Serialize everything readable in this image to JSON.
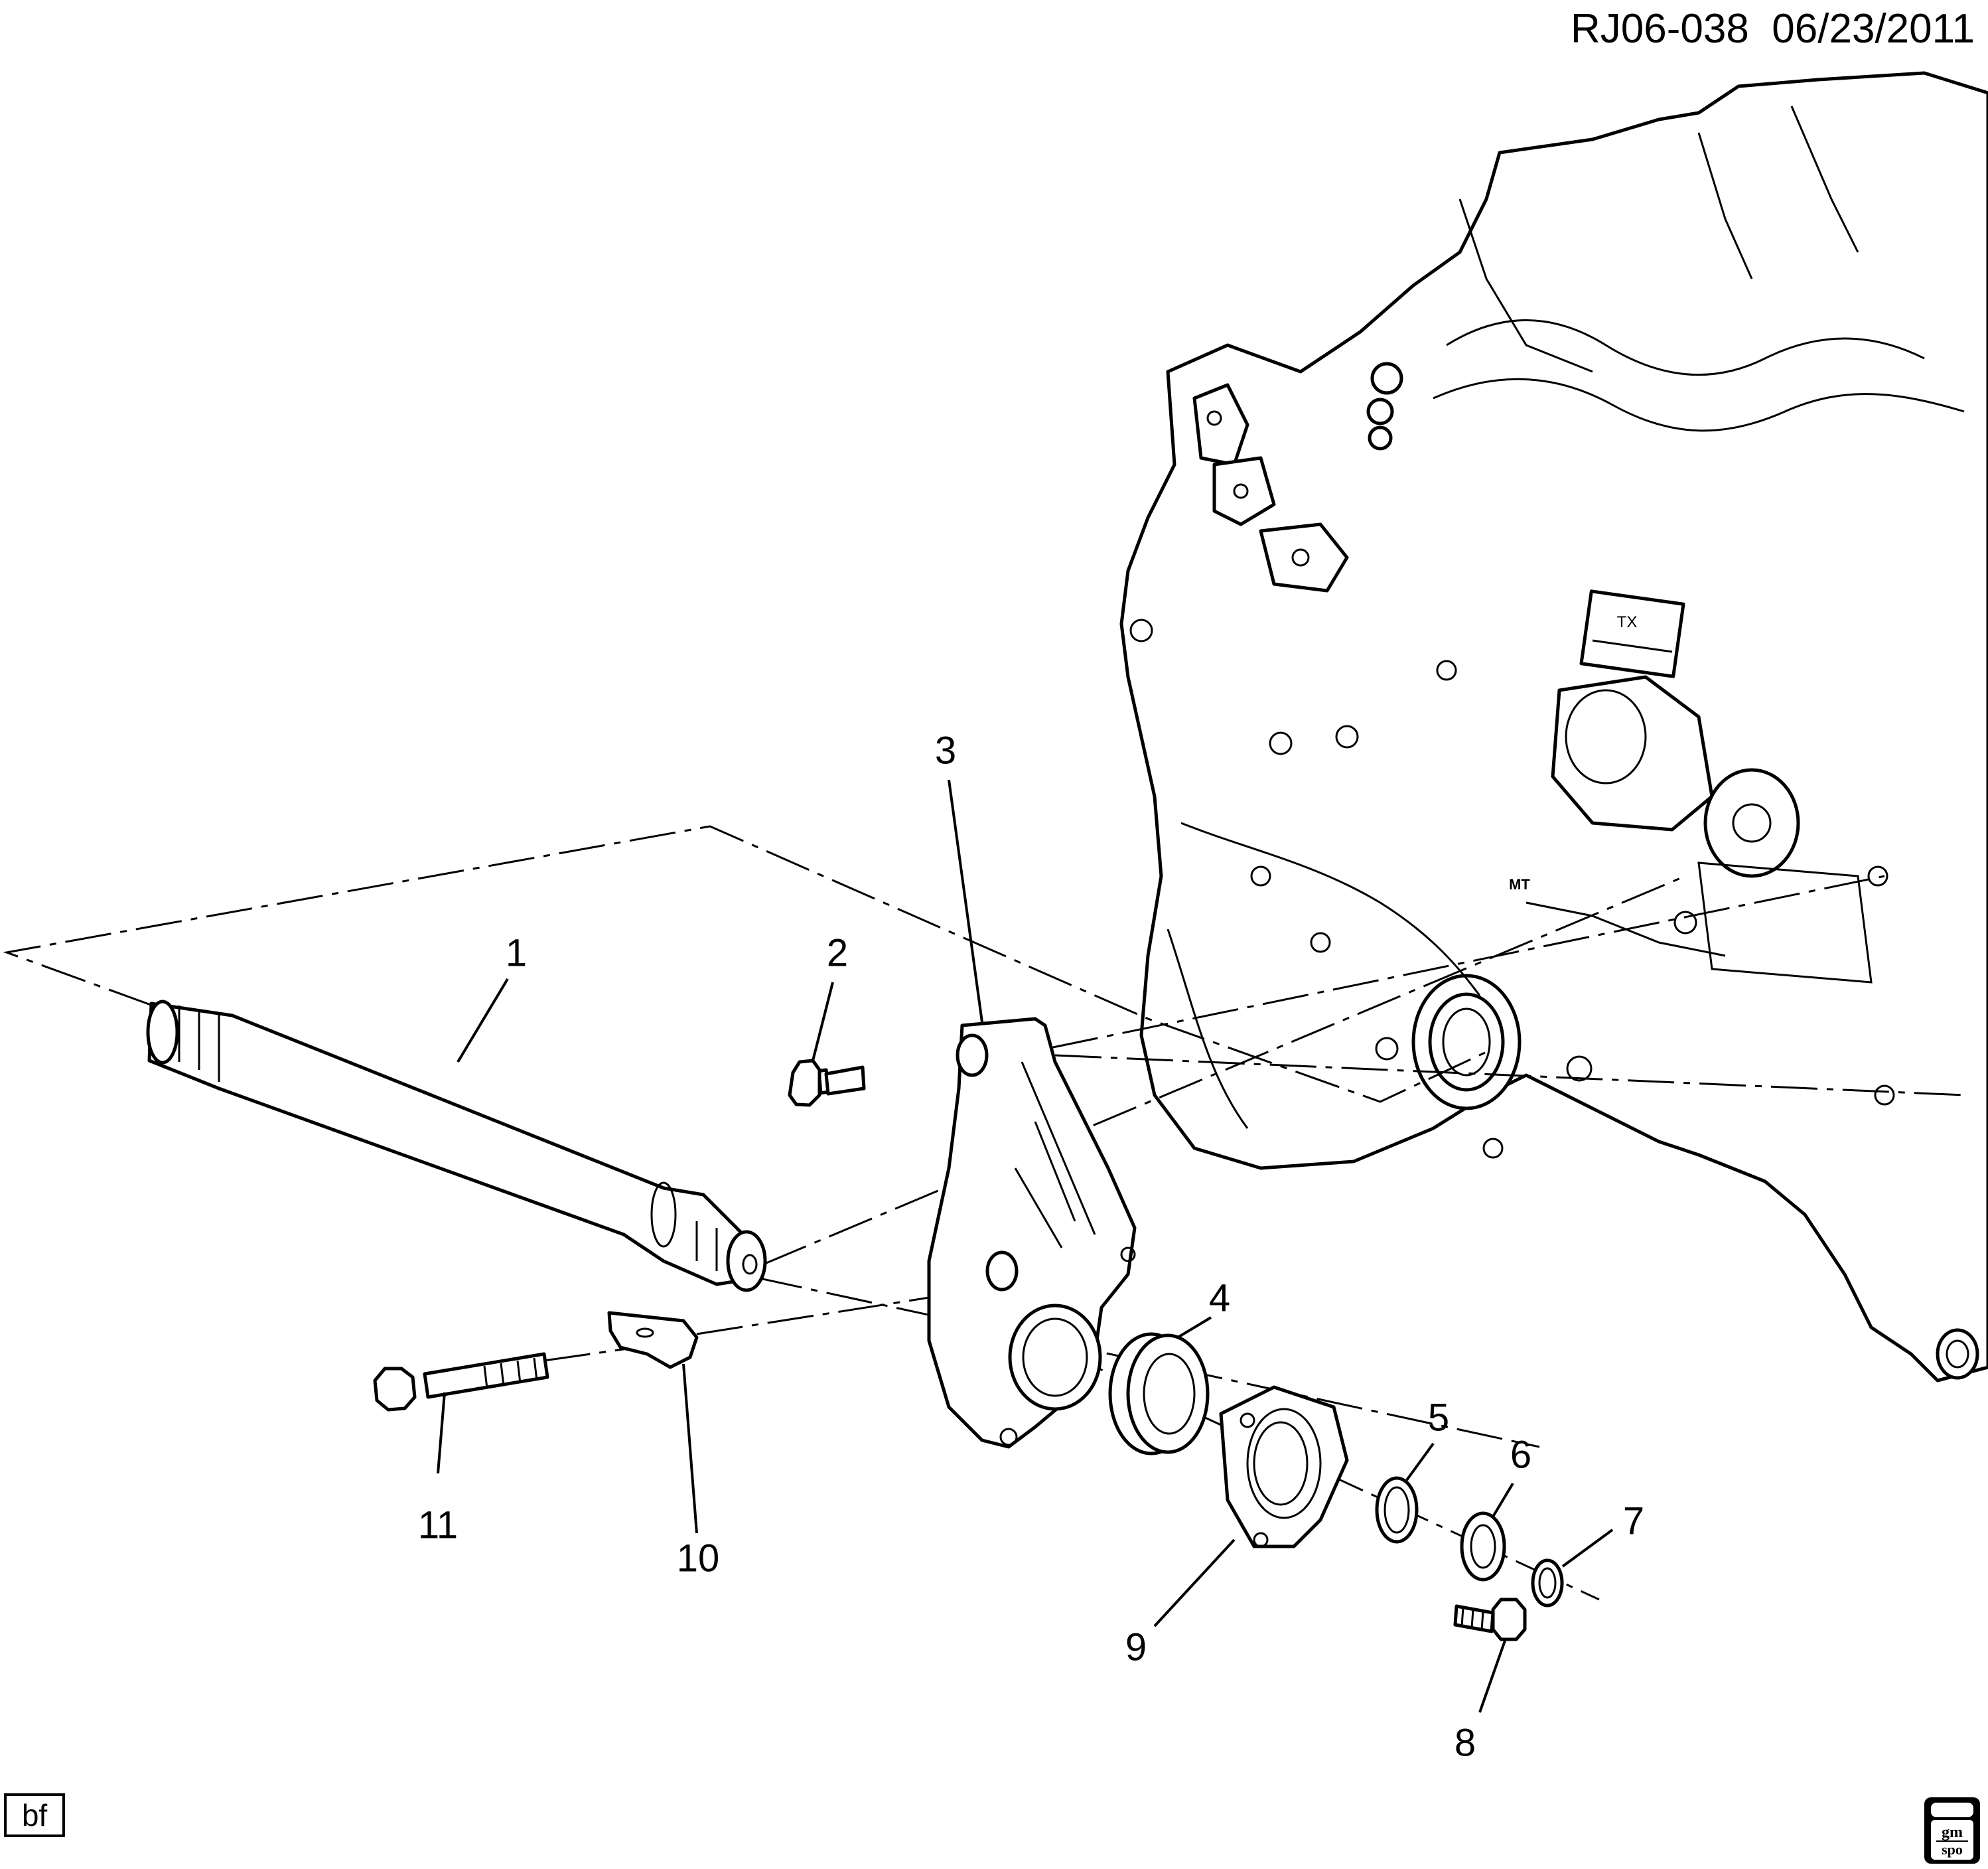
{
  "header": {
    "drawing_id": "RJ06-038",
    "date": "06/23/2011"
  },
  "artist_code": "bf",
  "logo": {
    "name": "gm-spo-logo",
    "text": "gm spo"
  },
  "callouts": [
    {
      "id": "c1",
      "label": "1"
    },
    {
      "id": "c2",
      "label": "2"
    },
    {
      "id": "c3",
      "label": "3"
    },
    {
      "id": "c4",
      "label": "4"
    },
    {
      "id": "c5",
      "label": "5"
    },
    {
      "id": "c6",
      "label": "6"
    },
    {
      "id": "c7",
      "label": "7"
    },
    {
      "id": "c8",
      "label": "8"
    },
    {
      "id": "c9",
      "label": "9"
    },
    {
      "id": "c10",
      "label": "10"
    },
    {
      "id": "c11",
      "label": "11"
    }
  ],
  "engine_labels": {
    "tx": "TX",
    "mt": "MT"
  }
}
